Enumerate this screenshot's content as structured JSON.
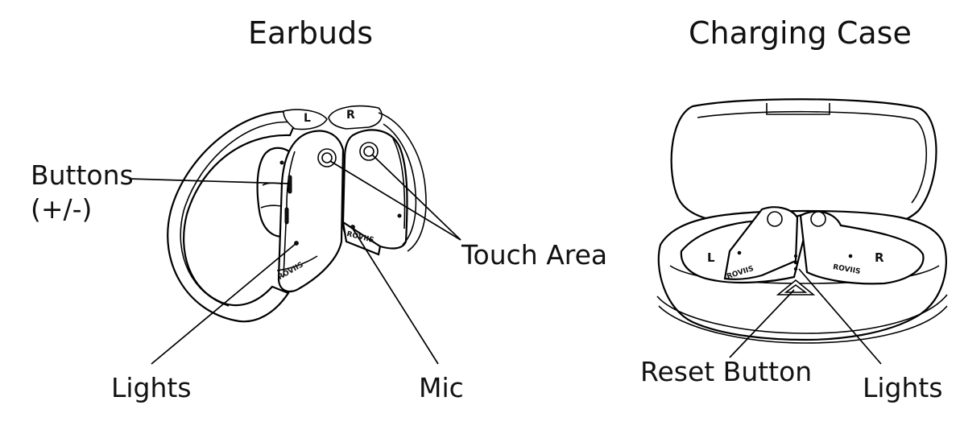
{
  "earbuds": {
    "title": "Earbuds",
    "labels": {
      "buttons_line1": "Buttons",
      "buttons_line2": "(+/-)",
      "touch_area": "Touch Area",
      "lights": "Lights",
      "mic": "Mic"
    },
    "marks": {
      "left": "L",
      "right": "R",
      "brand": "ROVIIS"
    }
  },
  "case": {
    "title": "Charging Case",
    "labels": {
      "reset_button": "Reset Button",
      "lights": "Lights"
    },
    "marks": {
      "left": "L",
      "right": "R",
      "brand": "ROVIIS"
    }
  }
}
